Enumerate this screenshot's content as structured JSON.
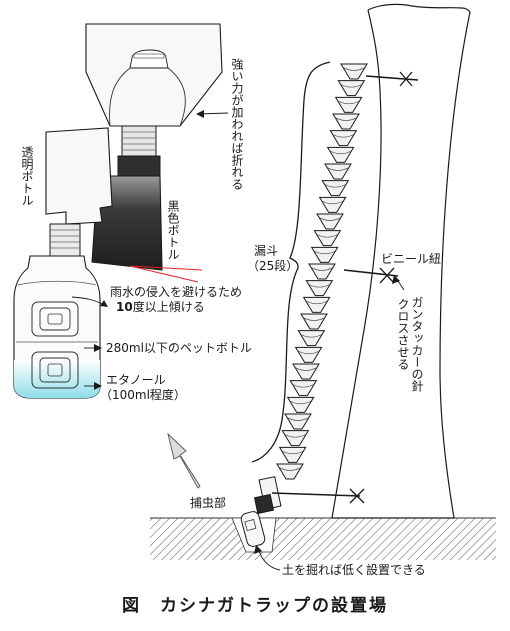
{
  "title": "図　カシナガトラップの設置場",
  "labels": {
    "break_note": "強い力が加われば折れる",
    "clear_bottle": "透明ボトル",
    "black_bottle": "黒色ボトル",
    "tilt_note_line1": "雨水の侵入を避けるため",
    "tilt_note_line2_prefix": "10",
    "tilt_note_line2_rest": "度以上傾ける",
    "pet_bottle": "280ml以下のペットボトル",
    "ethanol_line1": "エタノール",
    "ethanol_line2": "（100ml程度）",
    "funnel_line1": "漏斗",
    "funnel_line2": "（25段）",
    "vinyl_string": "ビニール紐",
    "tacker_needle": "ガンタッカーの針",
    "cross": "クロスさせる",
    "capture_part": "捕虫部",
    "dig_note": "土を掘れば低く設置できる"
  },
  "colors": {
    "ethanol": "#9ee3ee",
    "black_bottle": "#2a2a2a",
    "tilt_lines": "#e0242a",
    "funnel_fill": "#f2f2f2",
    "outline": "#1a1a1a"
  },
  "funnel_count": 25
}
